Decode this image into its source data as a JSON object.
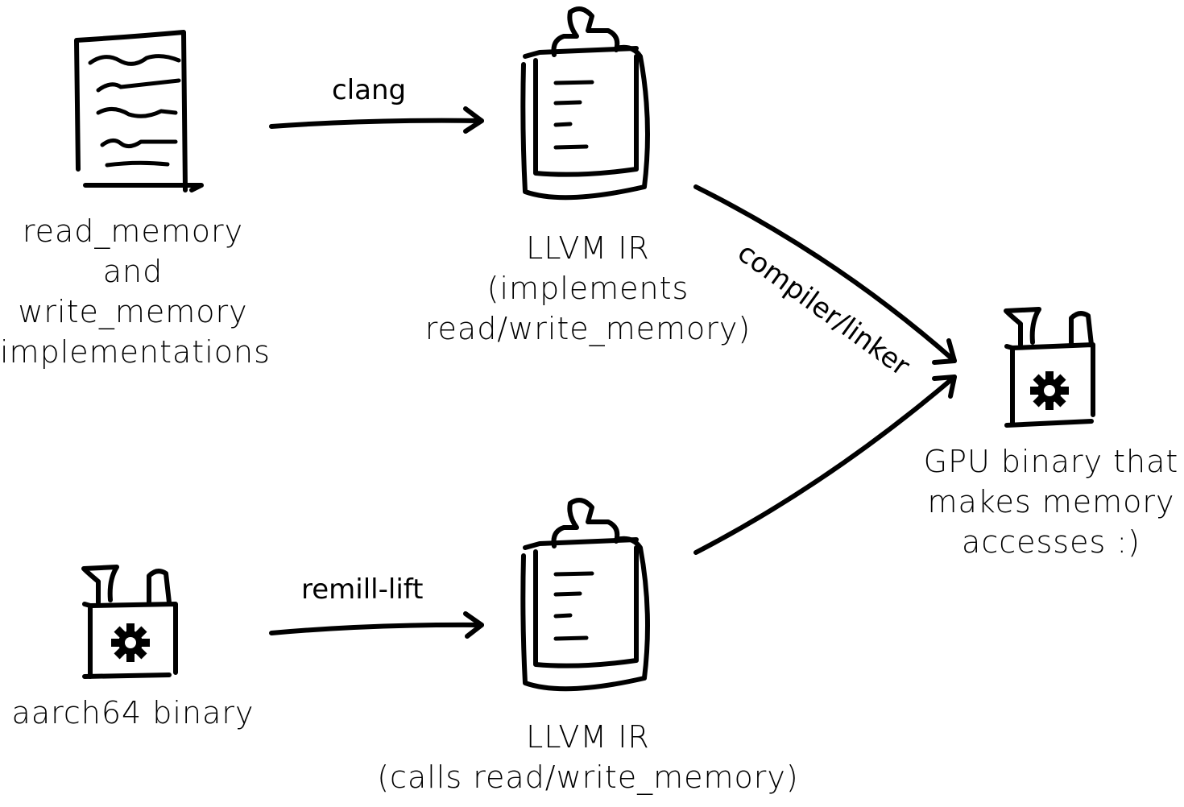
{
  "diagram": {
    "nodes": {
      "source_doc": {
        "icon": "document-icon",
        "lines": [
          "read_memory",
          "and",
          "write_memory",
          "implementations"
        ]
      },
      "llvm_ir_top": {
        "icon": "clipboard-icon",
        "lines": [
          "LLVM IR",
          "(implements",
          "read/write_memory)"
        ]
      },
      "aarch64_binary": {
        "icon": "binary-box-icon",
        "lines": [
          "aarch64 binary"
        ]
      },
      "llvm_ir_bottom": {
        "icon": "clipboard-icon",
        "lines": [
          "LLVM IR",
          "(calls read/write_memory)"
        ]
      },
      "gpu_binary": {
        "icon": "binary-box-icon",
        "lines": [
          "GPU binary that",
          "makes memory",
          "accesses :)"
        ]
      }
    },
    "edges": [
      {
        "from": "source_doc",
        "to": "llvm_ir_top",
        "label": "clang"
      },
      {
        "from": "aarch64_binary",
        "to": "llvm_ir_bottom",
        "label": "remill-lift"
      },
      {
        "from": "llvm_ir_top",
        "to": "gpu_binary",
        "label": "compiler/linker"
      },
      {
        "from": "llvm_ir_bottom",
        "to": "gpu_binary",
        "label": ""
      }
    ]
  }
}
